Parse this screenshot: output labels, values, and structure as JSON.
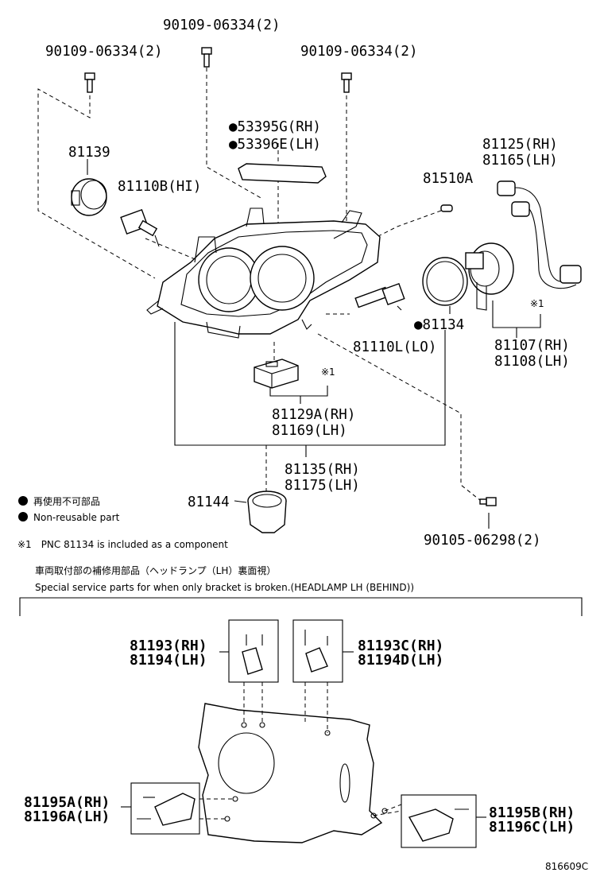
{
  "labels": {
    "bolt_a": "90109-06334(2)",
    "bolt_b": "90109-06334(2)",
    "bolt_c": "90109-06334(2)",
    "cover_rh": "●53395G(RH)",
    "cover_lh": "●53396E(LH)",
    "p81139": "81139",
    "p81110b": "81110B(HI)",
    "p81510a": "81510A",
    "p81125": "81125(RH)",
    "p81165": "81165(LH)",
    "p81134": "●81134",
    "p81110l": "81110L(LO)",
    "p81107": "81107(RH)",
    "p81108": "81108(LH)",
    "note1_a": "※1",
    "note1_b": "※1",
    "p81129a": "81129A(RH)",
    "p81169": "81169(LH)",
    "p81135": "81135(RH)",
    "p81175": "81175(LH)",
    "p81144": "81144",
    "screw": "90105-06298(2)",
    "p81193": "81193(RH)",
    "p81194": "81194(LH)",
    "p81193c": "81193C(RH)",
    "p81194d": "81194D(LH)",
    "p81195a": "81195A(RH)",
    "p81196a": "81196A(LH)",
    "p81195b": "81195B(RH)",
    "p81196c": "81196C(LH)"
  },
  "legend": {
    "jp": "再使用不可部品",
    "en": "Non-reusable part",
    "note": "※1　PNC 81134 is included as a component"
  },
  "section": {
    "jp": "車両取付部の補修用部品（ヘッドランプ（LH）裏面視）",
    "en": "Special service parts for when only bracket is broken.(HEADLAMP LH (BEHIND))"
  },
  "figure_id": "816609C"
}
